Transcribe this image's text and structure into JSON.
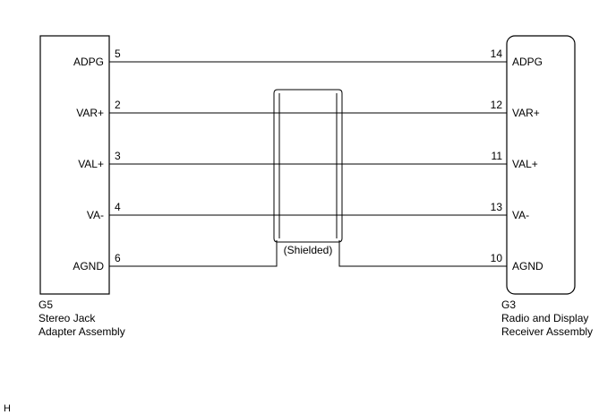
{
  "left_connector": {
    "code": "G5",
    "name_line1": "Stereo Jack",
    "name_line2": "Adapter Assembly",
    "pins": [
      {
        "label": "ADPG",
        "number": "5"
      },
      {
        "label": "VAR+",
        "number": "2"
      },
      {
        "label": "VAL+",
        "number": "3"
      },
      {
        "label": "VA-",
        "number": "4"
      },
      {
        "label": "AGND",
        "number": "6"
      }
    ]
  },
  "right_connector": {
    "code": "G3",
    "name_line1": "Radio and Display",
    "name_line2": "Receiver Assembly",
    "pins": [
      {
        "label": "ADPG",
        "number": "14"
      },
      {
        "label": "VAR+",
        "number": "12"
      },
      {
        "label": "VAL+",
        "number": "11"
      },
      {
        "label": "VA-",
        "number": "13"
      },
      {
        "label": "AGND",
        "number": "10"
      }
    ]
  },
  "shield": {
    "label": "(Shielded)"
  },
  "footer_mark": "H"
}
